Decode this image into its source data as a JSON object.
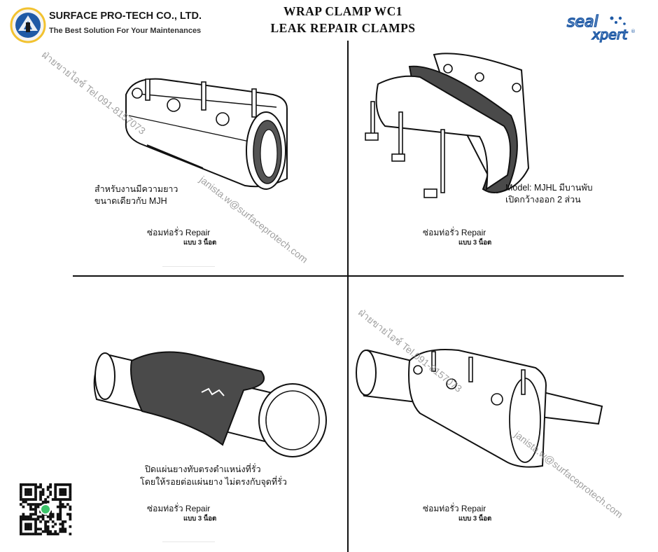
{
  "header": {
    "company_name": "SURFACE PRO-TECH CO., LTD.",
    "tagline": "The Best Solution For Your Maintenances",
    "title_line1": "WRAP CLAMP WC1",
    "title_line2": "LEAK REPAIR CLAMPS",
    "brand_logo_text": "seal xpert"
  },
  "panels": [
    {
      "note_line1": "สำหรับงานมีความยาว",
      "note_line2": "ขนาดเดียวกับ MJH",
      "repair_label": "ซ่อมท่อรั่ว Repair",
      "repair_sub": "แบบ 3 น็อต"
    },
    {
      "note_line1": "Model: MJHL มีบานพับ",
      "note_line2": "เปิดกว้างออก 2 ส่วน",
      "repair_label": "ซ่อมท่อรั่ว Repair",
      "repair_sub": "แบบ 3 น็อต"
    },
    {
      "note_line1": "ปิดแผ่นยางทับตรงตำแหน่งที่รั่ว",
      "note_line2": "โดยให้รอยต่อแผ่นยาง ไม่ตรงกับจุดที่รั่ว",
      "repair_label": "ซ่อมท่อรั่ว Repair",
      "repair_sub": "แบบ 3 น็อต"
    },
    {
      "repair_label": "ซ่อมท่อรั่ว Repair",
      "repair_sub": "แบบ 3 น็อต"
    }
  ],
  "watermarks": {
    "phone": "ฝ่ายขายไอซ์ Tel.091-8157073",
    "email": "janista.w@surfaceprotech.com"
  },
  "colors": {
    "brand_blue": "#1f5aa6",
    "brand_yellow": "#f2c230",
    "rubber": "#4a4a4a",
    "line": "#111111"
  }
}
